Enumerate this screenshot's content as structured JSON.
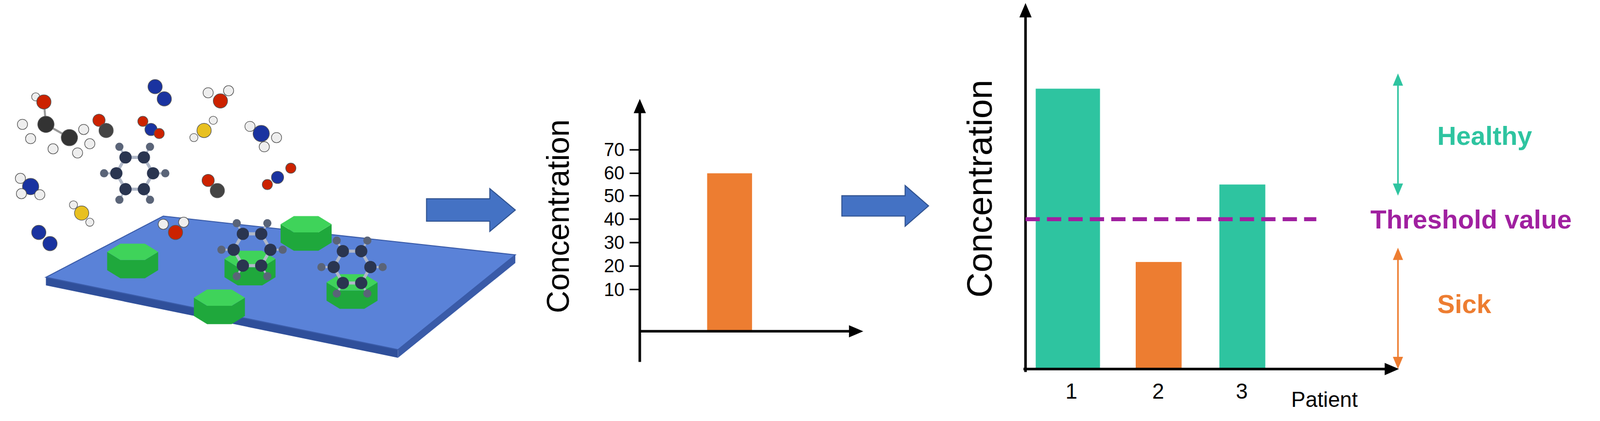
{
  "diagram": {
    "labels": [
      "70",
      "60",
      "50",
      "40",
      "30",
      "20",
      "10",
      "Concentration",
      "Concentration",
      "Healthy",
      "Threshold value",
      "Sick",
      "1",
      "2",
      "3",
      "Patient"
    ]
  }
}
